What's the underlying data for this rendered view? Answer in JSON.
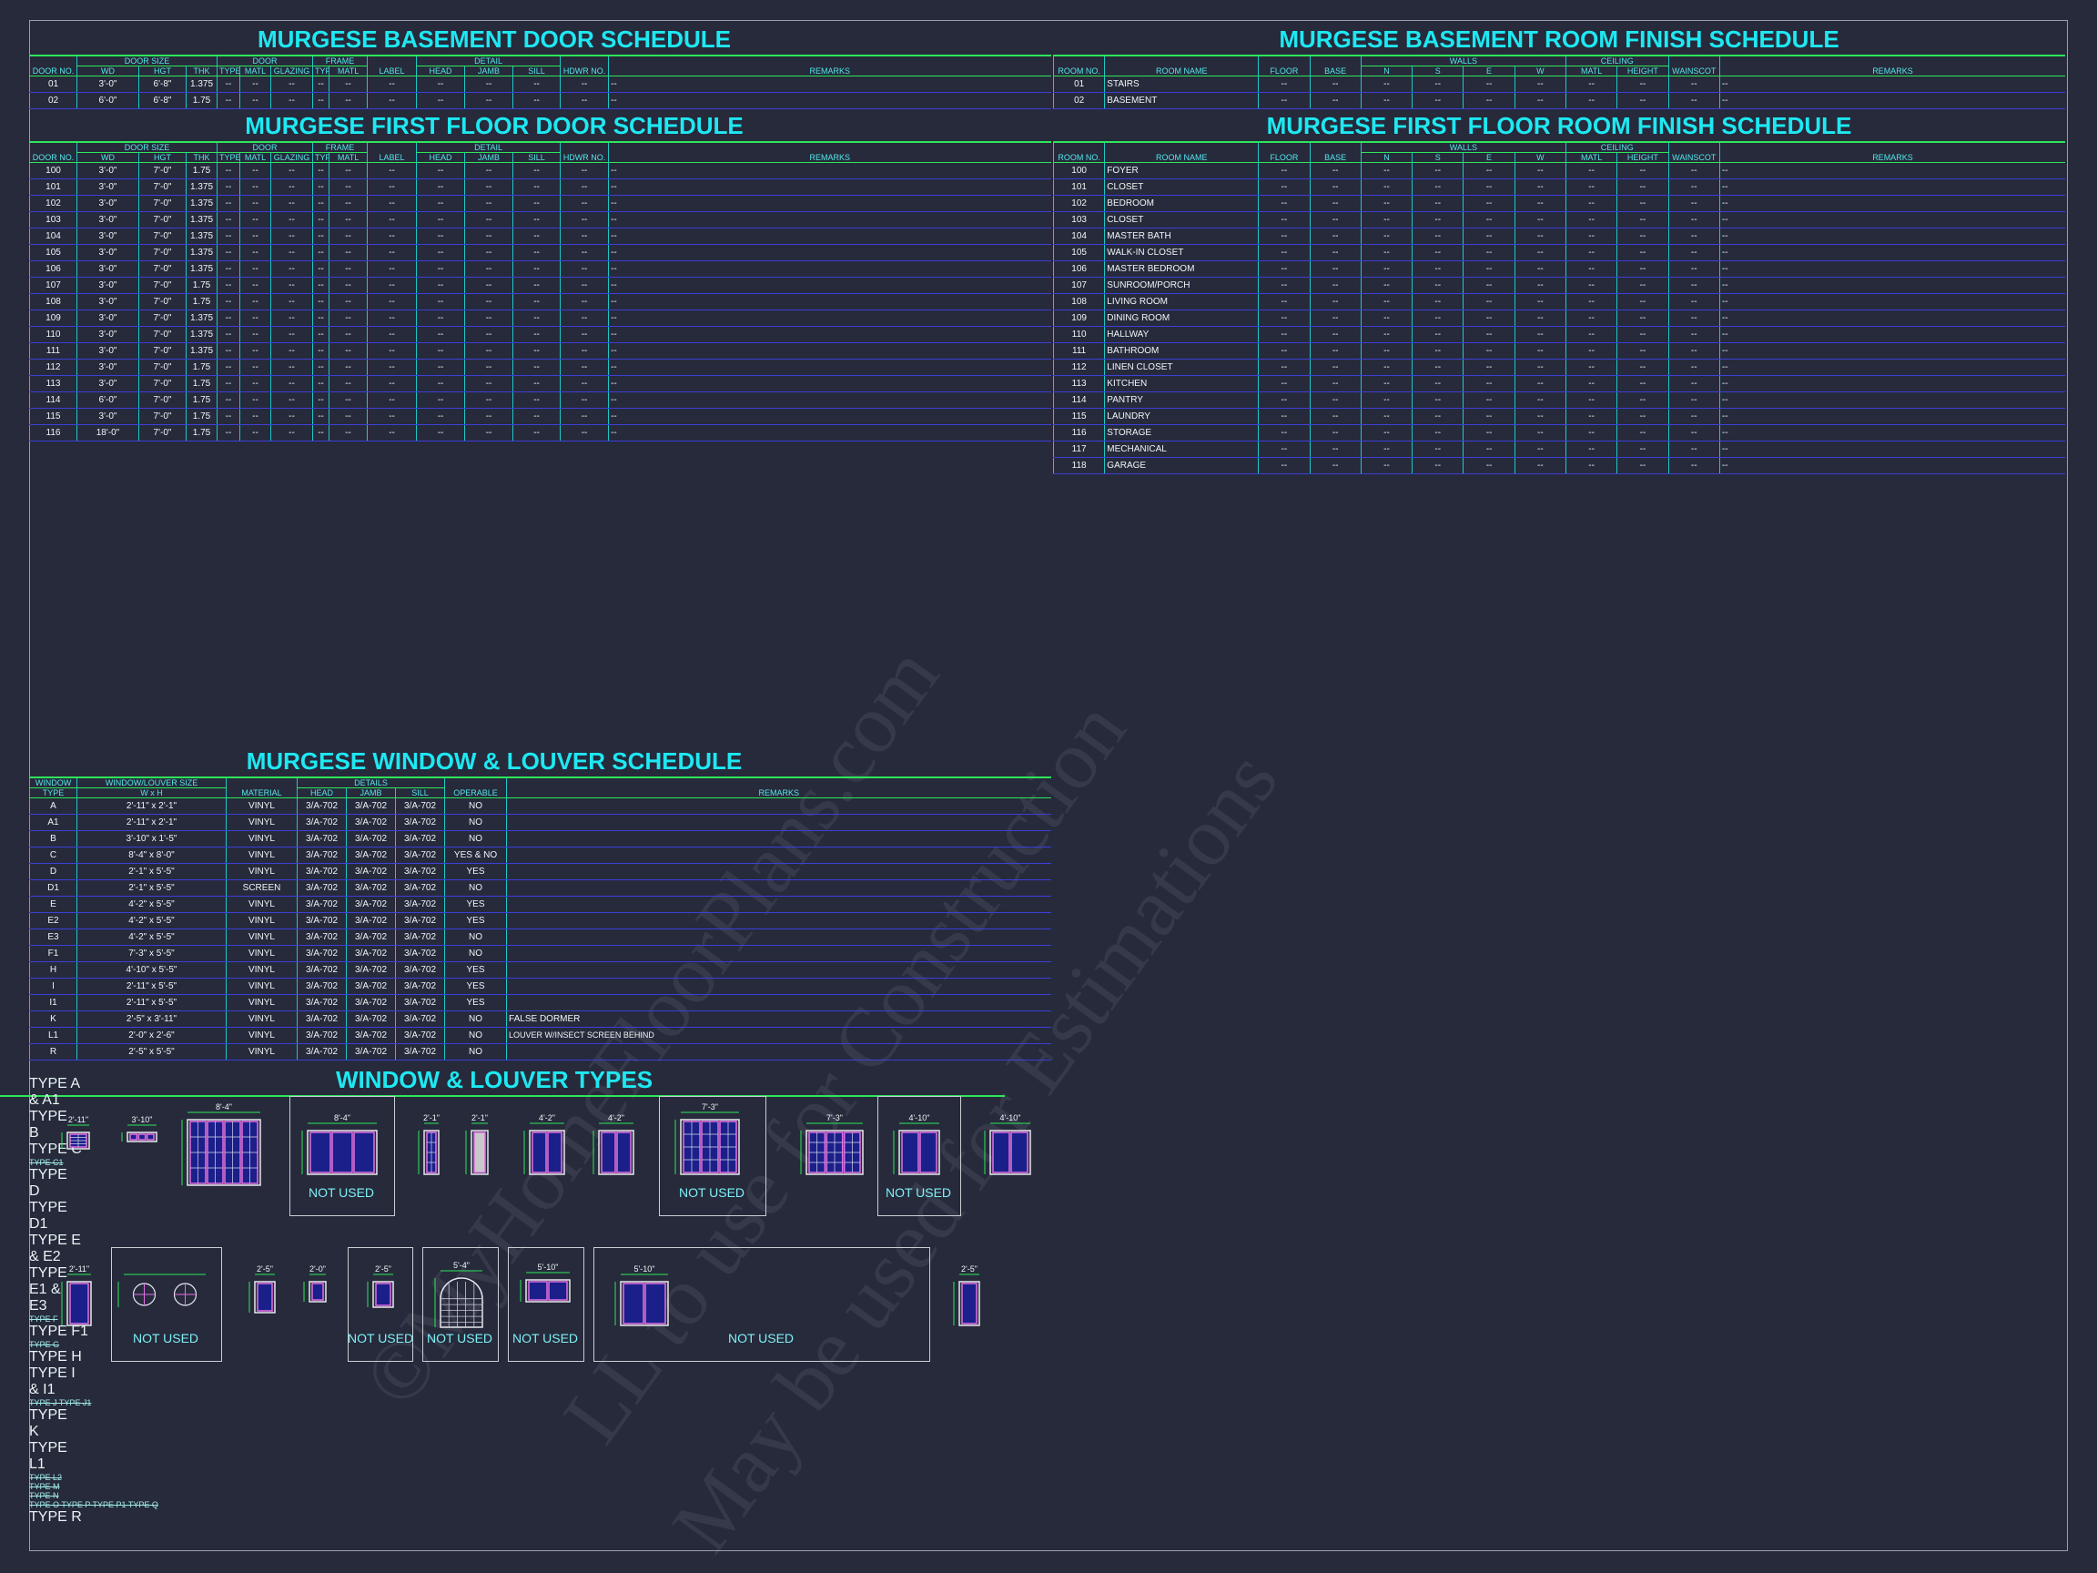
{
  "basement_door": {
    "title": "MURGESE BASEMENT DOOR SCHEDULE",
    "group_headers": {
      "door_size": "DOOR SIZE",
      "door": "DOOR",
      "frame": "FRAME",
      "detail": "DETAIL"
    },
    "columns": [
      "DOOR NO.",
      "WD",
      "HGT",
      "THK",
      "TYPE",
      "MATL",
      "GLAZING",
      "TYPE",
      "MATL",
      "LABEL",
      "HEAD",
      "JAMB",
      "SILL",
      "HDWR NO.",
      "REMARKS"
    ],
    "rows": [
      [
        "01",
        "3'-0\"",
        "6'-8\"",
        "1.375"
      ],
      [
        "02",
        "6'-0\"",
        "6'-8\"",
        "1.75"
      ]
    ],
    "dash": "--"
  },
  "first_floor_door": {
    "title": "MURGESE FIRST FLOOR DOOR SCHEDULE",
    "rows": [
      [
        "100",
        "3'-0\"",
        "7'-0\"",
        "1.75"
      ],
      [
        "101",
        "3'-0\"",
        "7'-0\"",
        "1.375"
      ],
      [
        "102",
        "3'-0\"",
        "7'-0\"",
        "1.375"
      ],
      [
        "103",
        "3'-0\"",
        "7'-0\"",
        "1.375"
      ],
      [
        "104",
        "3'-0\"",
        "7'-0\"",
        "1.375"
      ],
      [
        "105",
        "3'-0\"",
        "7'-0\"",
        "1.375"
      ],
      [
        "106",
        "3'-0\"",
        "7'-0\"",
        "1.375"
      ],
      [
        "107",
        "3'-0\"",
        "7'-0\"",
        "1.75"
      ],
      [
        "108",
        "3'-0\"",
        "7'-0\"",
        "1.75"
      ],
      [
        "109",
        "3'-0\"",
        "7'-0\"",
        "1.375"
      ],
      [
        "110",
        "3'-0\"",
        "7'-0\"",
        "1.375"
      ],
      [
        "111",
        "3'-0\"",
        "7'-0\"",
        "1.375"
      ],
      [
        "112",
        "3'-0\"",
        "7'-0\"",
        "1.75"
      ],
      [
        "113",
        "3'-0\"",
        "7'-0\"",
        "1.75"
      ],
      [
        "114",
        "6'-0\"",
        "7'-0\"",
        "1.75"
      ],
      [
        "115",
        "3'-0\"",
        "7'-0\"",
        "1.75"
      ],
      [
        "116",
        "18'-0\"",
        "7'-0\"",
        "1.75"
      ]
    ]
  },
  "basement_room": {
    "title": "MURGESE BASEMENT ROOM FINISH SCHEDULE",
    "group_headers": {
      "walls": "WALLS",
      "ceiling": "CEILING"
    },
    "columns": [
      "ROOM NO.",
      "ROOM NAME",
      "FLOOR",
      "BASE",
      "N",
      "S",
      "E",
      "W",
      "MATL",
      "HEIGHT",
      "WAINSCOT",
      "REMARKS"
    ],
    "rows": [
      [
        "01",
        "STAIRS"
      ],
      [
        "02",
        "BASEMENT"
      ]
    ]
  },
  "first_floor_room": {
    "title": "MURGESE FIRST FLOOR ROOM FINISH SCHEDULE",
    "rows": [
      [
        "100",
        "FOYER"
      ],
      [
        "101",
        "CLOSET"
      ],
      [
        "102",
        "BEDROOM"
      ],
      [
        "103",
        "CLOSET"
      ],
      [
        "104",
        "MASTER BATH"
      ],
      [
        "105",
        "WALK-IN CLOSET"
      ],
      [
        "106",
        "MASTER BEDROOM"
      ],
      [
        "107",
        "SUNROOM/PORCH"
      ],
      [
        "108",
        "LIVING ROOM"
      ],
      [
        "109",
        "DINING ROOM"
      ],
      [
        "110",
        "HALLWAY"
      ],
      [
        "111",
        "BATHROOM"
      ],
      [
        "112",
        "LINEN CLOSET"
      ],
      [
        "113",
        "KITCHEN"
      ],
      [
        "114",
        "PANTRY"
      ],
      [
        "115",
        "LAUNDRY"
      ],
      [
        "116",
        "STORAGE"
      ],
      [
        "117",
        "MECHANICAL"
      ],
      [
        "118",
        "GARAGE"
      ]
    ]
  },
  "window_schedule": {
    "title": "MURGESE WINDOW & LOUVER SCHEDULE",
    "group_headers": {
      "window": "WINDOW",
      "type": "TYPE",
      "size": "WINDOW/LOUVER SIZE",
      "wxh": "W x H",
      "details": "DETAILS"
    },
    "columns": [
      "MATERIAL",
      "HEAD",
      "JAMB",
      "SILL",
      "OPERABLE",
      "REMARKS"
    ],
    "rows": [
      [
        "A",
        "2'-11\" x 2'-1\"",
        "VINYL",
        "3/A-702",
        "3/A-702",
        "3/A-702",
        "NO",
        ""
      ],
      [
        "A1",
        "2'-11\" x 2'-1\"",
        "VINYL",
        "3/A-702",
        "3/A-702",
        "3/A-702",
        "NO",
        ""
      ],
      [
        "B",
        "3'-10\" x 1'-5\"",
        "VINYL",
        "3/A-702",
        "3/A-702",
        "3/A-702",
        "NO",
        ""
      ],
      [
        "C",
        "8'-4\" x 8'-0\"",
        "VINYL",
        "3/A-702",
        "3/A-702",
        "3/A-702",
        "YES & NO",
        ""
      ],
      [
        "D",
        "2'-1\" x 5'-5\"",
        "VINYL",
        "3/A-702",
        "3/A-702",
        "3/A-702",
        "YES",
        ""
      ],
      [
        "D1",
        "2'-1\" x 5'-5\"",
        "SCREEN",
        "3/A-702",
        "3/A-702",
        "3/A-702",
        "NO",
        ""
      ],
      [
        "E",
        "4'-2\" x 5'-5\"",
        "VINYL",
        "3/A-702",
        "3/A-702",
        "3/A-702",
        "YES",
        ""
      ],
      [
        "E2",
        "4'-2\" x 5'-5\"",
        "VINYL",
        "3/A-702",
        "3/A-702",
        "3/A-702",
        "YES",
        ""
      ],
      [
        "E3",
        "4'-2\" x 5'-5\"",
        "VINYL",
        "3/A-702",
        "3/A-702",
        "3/A-702",
        "NO",
        ""
      ],
      [
        "F1",
        "7'-3\" x 5'-5\"",
        "VINYL",
        "3/A-702",
        "3/A-702",
        "3/A-702",
        "NO",
        ""
      ],
      [
        "H",
        "4'-10\" x 5'-5\"",
        "VINYL",
        "3/A-702",
        "3/A-702",
        "3/A-702",
        "YES",
        ""
      ],
      [
        "I",
        "2'-11\" x 5'-5\"",
        "VINYL",
        "3/A-702",
        "3/A-702",
        "3/A-702",
        "YES",
        ""
      ],
      [
        "I1",
        "2'-11\" x 5'-5\"",
        "VINYL",
        "3/A-702",
        "3/A-702",
        "3/A-702",
        "YES",
        ""
      ],
      [
        "K",
        "2'-5\" x 3'-11\"",
        "VINYL",
        "3/A-702",
        "3/A-702",
        "3/A-702",
        "NO",
        "FALSE DORMER"
      ],
      [
        "L1",
        "2'-0\" x 2'-6\"",
        "VINYL",
        "3/A-702",
        "3/A-702",
        "3/A-702",
        "NO",
        "LOUVER W/INSECT SCREEN BEHIND"
      ],
      [
        "R",
        "2'-5\" x 5'-5\"",
        "VINYL",
        "3/A-702",
        "3/A-702",
        "3/A-702",
        "NO",
        ""
      ]
    ]
  },
  "window_types": {
    "title": "WINDOW & LOUVER TYPES",
    "not_used": "NOT USED",
    "row1": [
      {
        "label": "TYPE A & A1",
        "dim": "2'-11\"",
        "panes": 1,
        "grid": true
      },
      {
        "label": "TYPE B",
        "dim": "3'-10\"",
        "panes": 3,
        "grid": false
      },
      {
        "label": "TYPE C",
        "dim": "8'-4\"",
        "panes": 4,
        "grid": true
      },
      {
        "label": "TYPE C1",
        "dim": "8'-4\"",
        "panes": 3,
        "grid": false,
        "unused": true
      },
      {
        "label": "TYPE D",
        "dim": "2'-1\"",
        "panes": 1,
        "grid": true
      },
      {
        "label": "TYPE D1",
        "dim": "2'-1\"",
        "panes": 1,
        "grid": false,
        "screen": true
      },
      {
        "label": "TYPE E & E2",
        "dim": "4'-2\"",
        "panes": 2,
        "grid": false
      },
      {
        "label": "TYPE E1 & E3",
        "dim": "4'-2\"",
        "panes": 2,
        "grid": false
      },
      {
        "label": "TYPE F",
        "dim": "7'-3\"",
        "panes": 3,
        "grid": true,
        "unused": true
      },
      {
        "label": "TYPE F1",
        "dim": "7'-3\"",
        "panes": 3,
        "grid": true
      },
      {
        "label": "TYPE G",
        "dim": "4'-10\"",
        "panes": 2,
        "grid": false,
        "unused": true
      },
      {
        "label": "TYPE H",
        "dim": "4'-10\"",
        "panes": 2,
        "grid": false
      }
    ],
    "row2": [
      {
        "label": "TYPE I & I1",
        "dim": "2'-11\"",
        "panes": 1,
        "grid": false
      },
      {
        "label": "TYPE J  TYPE J1",
        "dim": "",
        "panes": 0,
        "round": true,
        "unused": true
      },
      {
        "label": "TYPE K",
        "dim": "2'-5\"",
        "panes": 1,
        "grid": false
      },
      {
        "label": "TYPE L1",
        "dim": "2'-0\"",
        "panes": 1,
        "grid": false
      },
      {
        "label": "TYPE L2",
        "dim": "2'-5\"",
        "panes": 1,
        "grid": false,
        "unused": true
      },
      {
        "label": "TYPE M",
        "dim": "5'-4\"",
        "panes": 1,
        "grid": true,
        "arch": true,
        "unused": true
      },
      {
        "label": "TYPE N",
        "dim": "5'-10\"",
        "panes": 2,
        "grid": false,
        "unused": true
      },
      {
        "label": "TYPE O  TYPE P  TYPE P1  TYPE Q",
        "dim": "5'-10\"",
        "panes": 2,
        "grid": false,
        "unused": true
      },
      {
        "label": "TYPE R",
        "dim": "2'-5\"",
        "panes": 1,
        "grid": false
      }
    ]
  },
  "watermark": {
    "line1": "©MyHomeFloorPlans.com",
    "line2": "LL to use for Construction",
    "line3": "May be used for Estimations"
  },
  "colors": {
    "background": "#262a3b",
    "title": "#1ee8f2",
    "grid_line": "#3c3fd8",
    "header_line": "#2ee65a",
    "frame": "#cfd4da",
    "glass": "#1b1f8a",
    "sash": "#e070e6"
  }
}
